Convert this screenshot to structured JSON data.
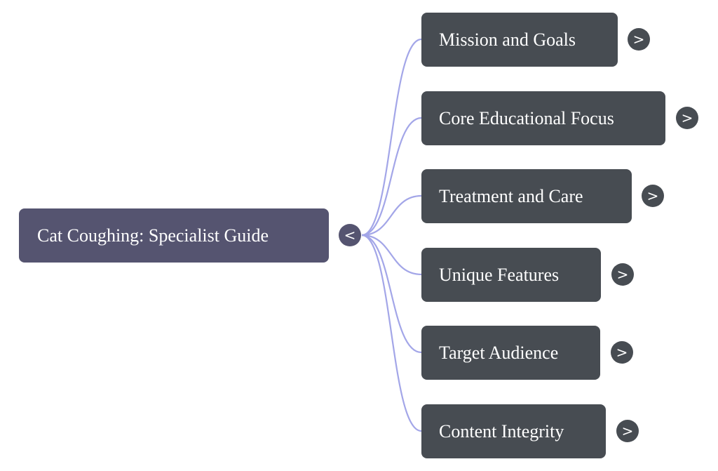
{
  "mindmap": {
    "root": {
      "label": "Cat Coughing: Specialist Guide",
      "toggle_symbol": "<",
      "toggle_icon": "collapse-chevron-left-icon"
    },
    "children": [
      {
        "label": "Mission and Goals",
        "toggle_symbol": ">"
      },
      {
        "label": "Core Educational Focus",
        "toggle_symbol": ">"
      },
      {
        "label": "Treatment and Care",
        "toggle_symbol": ">"
      },
      {
        "label": "Unique Features",
        "toggle_symbol": ">"
      },
      {
        "label": "Target Audience",
        "toggle_symbol": ">"
      },
      {
        "label": "Content Integrity",
        "toggle_symbol": ">"
      }
    ]
  },
  "colors": {
    "root_fill": "#555470",
    "child_fill": "#474c52",
    "connector": "#a3a6e8",
    "text": "#ffffff",
    "background": "#ffffff"
  }
}
